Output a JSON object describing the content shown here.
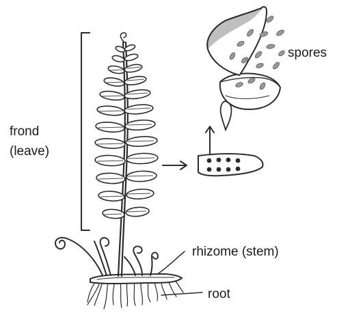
{
  "labels": {
    "frond": "frond",
    "frond_paren": "(leave)",
    "spores": "spores",
    "rhizome": "rhizome (stem)",
    "root": "root"
  },
  "colors": {
    "ink": "#2b2b2b",
    "spore_fill": "#9a9a9a",
    "background": "#ffffff"
  }
}
